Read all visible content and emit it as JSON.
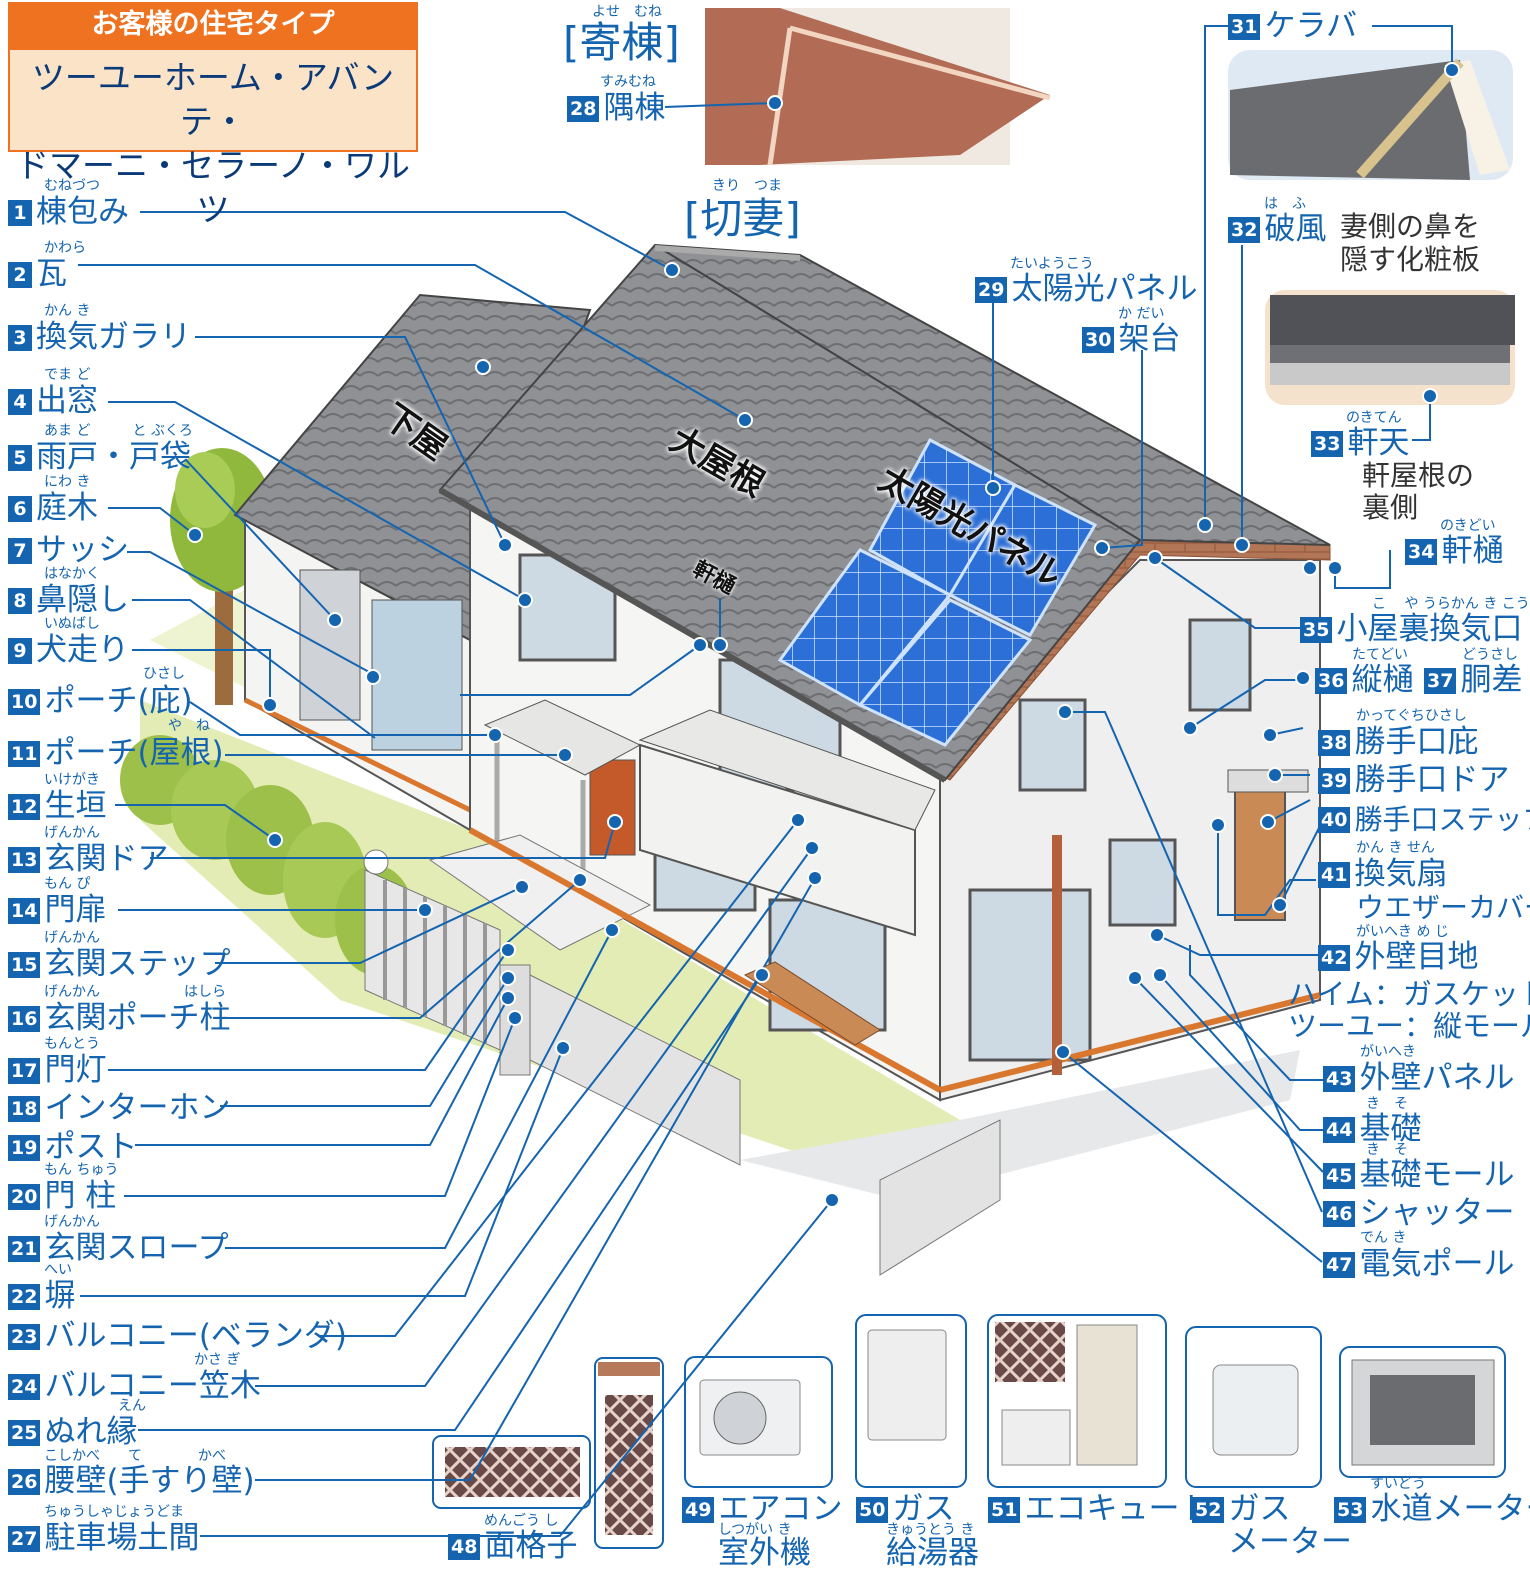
{
  "header": {
    "title": "お客様の住宅タイプ",
    "types_line1": "ツーユーホーム・アバンテ・",
    "types_line2": "ドマーニ・セラーノ・ワルツ"
  },
  "roof_types": {
    "yosemune": "[寄棟]",
    "yosemune_ruby": "よせ　むね",
    "kirizuma": "[切妻]",
    "kirizuma_ruby": "きり　つま"
  },
  "roof_labels": {
    "geya": "下屋",
    "oyane": "大屋根",
    "solar": "太陽光パネル",
    "nokitoi": "軒樋"
  },
  "labels": [
    {
      "n": "1",
      "text": "棟包み",
      "ruby": "むねづつ"
    },
    {
      "n": "2",
      "text": "瓦",
      "ruby": "かわら"
    },
    {
      "n": "3",
      "text": "換気ガラリ",
      "ruby": "かん き"
    },
    {
      "n": "4",
      "text": "出窓",
      "ruby": "でま ど"
    },
    {
      "n": "5",
      "text": "雨戸・戸袋",
      "ruby": "あま ど　　　と ぶくろ"
    },
    {
      "n": "6",
      "text": "庭木",
      "ruby": "にわ き"
    },
    {
      "n": "7",
      "text": "サッシ",
      "ruby": ""
    },
    {
      "n": "8",
      "text": "鼻隠し",
      "ruby": "はなかく"
    },
    {
      "n": "9",
      "text": "犬走り",
      "ruby": "いぬばし"
    },
    {
      "n": "10",
      "text": "ポーチ(庇)",
      "ruby": "ひさし"
    },
    {
      "n": "11",
      "text": "ポーチ(屋根)",
      "ruby": "や　ね"
    },
    {
      "n": "12",
      "text": "生垣",
      "ruby": "いけがき"
    },
    {
      "n": "13",
      "text": "玄関ドア",
      "ruby": "げんかん"
    },
    {
      "n": "14",
      "text": "門扉",
      "ruby": "もん ぴ"
    },
    {
      "n": "15",
      "text": "玄関ステップ",
      "ruby": "げんかん"
    },
    {
      "n": "16",
      "text": "玄関ポーチ柱",
      "ruby": "げんかん　　　　　　はしら"
    },
    {
      "n": "17",
      "text": "門灯",
      "ruby": "もんとう"
    },
    {
      "n": "18",
      "text": "インターホン",
      "ruby": ""
    },
    {
      "n": "19",
      "text": "ポスト",
      "ruby": ""
    },
    {
      "n": "20",
      "text": "門 柱",
      "ruby": "もん ちゅう"
    },
    {
      "n": "21",
      "text": "玄関スロープ",
      "ruby": "げんかん"
    },
    {
      "n": "22",
      "text": "塀",
      "ruby": "へい"
    },
    {
      "n": "23",
      "text": "バルコニー(ベランダ)",
      "ruby": ""
    },
    {
      "n": "24",
      "text": "バルコニー笠木",
      "ruby": "かさ ぎ"
    },
    {
      "n": "25",
      "text": "ぬれ縁",
      "ruby": "えん"
    },
    {
      "n": "26",
      "text": "腰壁(手すり壁)",
      "ruby": "こしかべ　　て　　　　かべ"
    },
    {
      "n": "27",
      "text": "駐車場土間",
      "ruby": "ちゅうしゃじょうどま"
    },
    {
      "n": "28",
      "text": "隅棟",
      "ruby": "すみむね"
    },
    {
      "n": "29",
      "text": "太陽光パネル",
      "ruby": "たいようこう"
    },
    {
      "n": "30",
      "text": "架台",
      "ruby": "か だい"
    },
    {
      "n": "31",
      "text": "ケラバ",
      "ruby": ""
    },
    {
      "n": "32",
      "text": "破風",
      "ruby": "は　ふ"
    },
    {
      "n": "33",
      "text": "軒天",
      "ruby": "のきてん"
    },
    {
      "n": "34",
      "text": "軒樋",
      "ruby": "のきどい"
    },
    {
      "n": "35",
      "text": "小屋裏換気口",
      "ruby": "こ　 や うらかん き こう"
    },
    {
      "n": "36",
      "text": "縦樋",
      "ruby": "たてどい"
    },
    {
      "n": "37",
      "text": "胴差",
      "ruby": "どうさし"
    },
    {
      "n": "38",
      "text": "勝手口庇",
      "ruby": "かってぐちひさし"
    },
    {
      "n": "39",
      "text": "勝手口ドア",
      "ruby": ""
    },
    {
      "n": "40",
      "text": "勝手口ステップ",
      "ruby": ""
    },
    {
      "n": "41",
      "text": "換気扇",
      "ruby": "かん き せん"
    },
    {
      "n": "42",
      "text": "外壁目地",
      "ruby": "がいへき め じ"
    },
    {
      "n": "43",
      "text": "外壁パネル",
      "ruby": "がいへき"
    },
    {
      "n": "44",
      "text": "基礎",
      "ruby": "き　そ"
    },
    {
      "n": "45",
      "text": "基礎モール",
      "ruby": "き　そ"
    },
    {
      "n": "46",
      "text": "シャッター",
      "ruby": ""
    },
    {
      "n": "47",
      "text": "電気ポール",
      "ruby": "でん き"
    },
    {
      "n": "48",
      "text": "面格子",
      "ruby": "めんごう し"
    },
    {
      "n": "49",
      "text": "エアコン",
      "ruby": ""
    },
    {
      "n": "50",
      "text": "ガス",
      "ruby": ""
    },
    {
      "n": "51",
      "text": "エコキュート",
      "ruby": ""
    },
    {
      "n": "52",
      "text": "ガス",
      "ruby": ""
    },
    {
      "n": "53",
      "text": "水道メーター",
      "ruby": "すいどう"
    }
  ],
  "notes": {
    "hafu_1": "妻側の鼻を",
    "hafu_2": "隠す化粧板",
    "nokiten_1": "軒屋根の",
    "nokiten_2": "裏側",
    "fan_sub": "ウエザーカバー",
    "joint_1": "ハイム：ガスケット",
    "joint_2": "ツーユー：縦モール",
    "ac_2": "室外機",
    "ac_2_ruby": "しつがい き",
    "gas_2": "給湯器",
    "gas_2_ruby": "きゅうとう き",
    "meter_2": "メーター"
  },
  "colors": {
    "accent": "#1464b0",
    "header": "#ee7220",
    "roof": "#8e9094",
    "brick": "#b67a5a",
    "panel": "#2c6fd6",
    "lawn": "#e3ecb4",
    "hedge": "#9cc04a"
  }
}
